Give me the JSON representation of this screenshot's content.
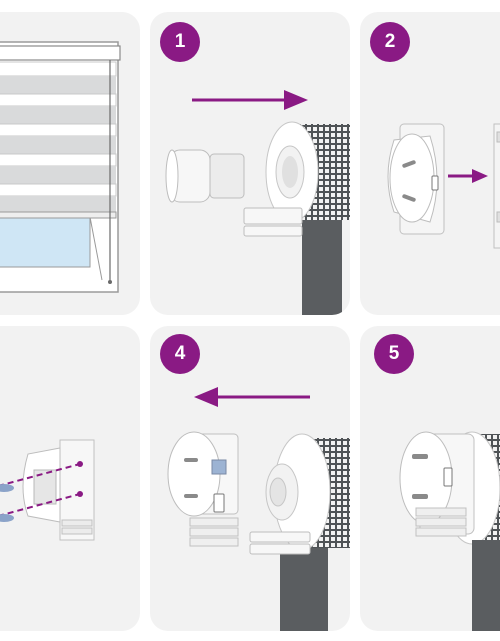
{
  "steps": [
    {
      "label": "1"
    },
    {
      "label": "2"
    },
    {
      "label": "4"
    },
    {
      "label": "5"
    }
  ],
  "colors": {
    "panel_bg": "#f2f2f2",
    "badge": "#8a1a84",
    "arrow": "#8a1a84",
    "fabric_dark": "#5a5d60",
    "window_glass": "#cfe6f5"
  },
  "icons": {
    "arrow_right": "arrow-right-icon",
    "arrow_left": "arrow-left-icon"
  }
}
